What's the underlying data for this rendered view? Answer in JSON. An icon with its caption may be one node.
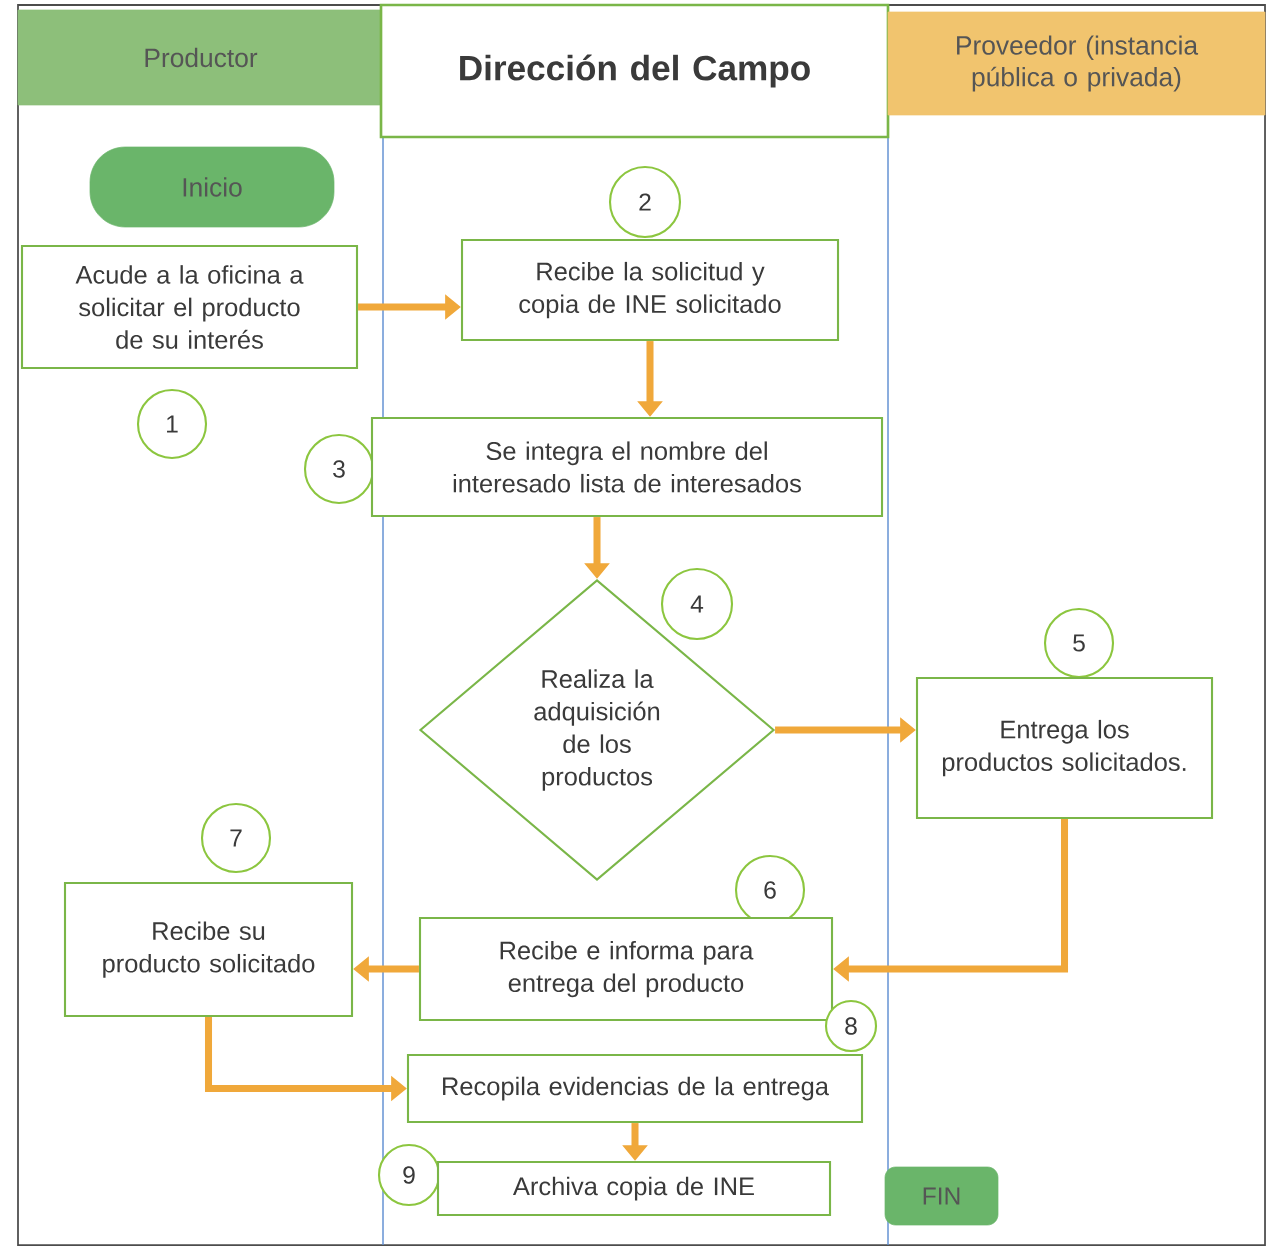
{
  "diagram": {
    "nodes": [
      {
        "text": [
          "Productor"
        ]
      },
      {
        "text": [
          "Dirección del Campo"
        ]
      },
      {
        "text": [
          "Proveedor (instancia pública o privada)"
        ]
      },
      {
        "text": [
          "Inicio"
        ]
      },
      {
        "text": [
          "Acude a la oficina a solicitar el producto de su interés"
        ]
      },
      {
        "text": [
          "1"
        ]
      },
      {
        "text": [
          "2"
        ]
      },
      {
        "text": [
          "Recibe la solicitud y copia de INE solicitado"
        ]
      },
      {
        "text": [
          "3"
        ]
      },
      {
        "text": [
          "Se integra el nombre del interesado lista de interesados"
        ]
      },
      {
        "text": [
          "4"
        ]
      },
      {
        "text": [
          "Realiza la adquisición de los productos"
        ]
      },
      {
        "text": [
          "5"
        ]
      },
      {
        "text": [
          "Entrega los productos solicitados."
        ]
      },
      {
        "text": [
          "7"
        ]
      },
      {
        "text": [
          "Recibe su producto solicitado"
        ]
      },
      {
        "text": [
          "6"
        ]
      },
      {
        "text": [
          "Recibe e informa para entrega del producto"
        ]
      },
      {
        "text": [
          "8"
        ]
      },
      {
        "text": [
          "Recopila evidencias de la entrega"
        ]
      },
      {
        "text": [
          "9"
        ]
      },
      {
        "text": [
          "Archiva copia de INE"
        ]
      },
      {
        "text": [
          "FIN"
        ]
      }
    ],
    "edges": [
      {
        "from": 4,
        "to": 7,
        "arrow": "to"
      },
      {
        "from": 7,
        "to": 9,
        "arrow": "to"
      },
      {
        "from": 9,
        "to": 11,
        "arrow": "to"
      },
      {
        "from": 11,
        "to": 13,
        "arrow": "to"
      },
      {
        "from": 13,
        "to": 17,
        "arrow": "to"
      },
      {
        "from": 17,
        "to": 15,
        "arrow": "to"
      },
      {
        "from": 15,
        "to": 19,
        "arrow": "to"
      },
      {
        "from": 19,
        "to": 21,
        "arrow": "to"
      }
    ]
  }
}
